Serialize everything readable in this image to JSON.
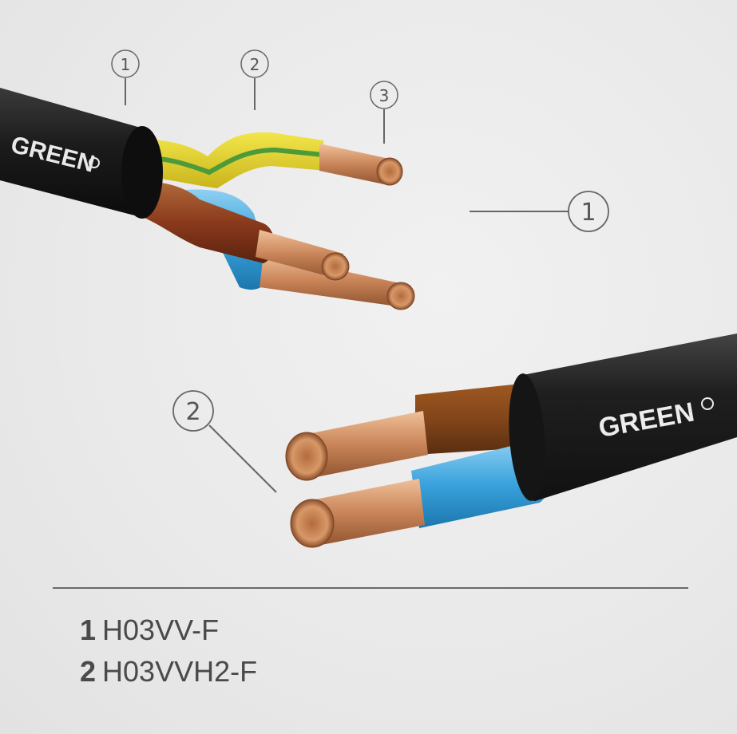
{
  "brand": {
    "logo_text": "GREEN"
  },
  "callouts": {
    "top_cable": {
      "jacket": "1",
      "insulation": "2",
      "conductor": "3",
      "side_label": "1"
    },
    "bottom_cable": {
      "label": "2"
    }
  },
  "legend": [
    {
      "number": "1",
      "code": "H03VV-F"
    },
    {
      "number": "2",
      "code": "H03VVH2-F"
    }
  ],
  "colors": {
    "jacket": "#1e1e1e",
    "earth_yellow": "#e3d52a",
    "earth_green": "#4c9a3a",
    "live_brown": "#8a3a1c",
    "neutral_blue": "#3aa2dc",
    "copper": "#c98458",
    "callout_line": "#666666"
  },
  "icons": [
    "green-logo-icon"
  ]
}
